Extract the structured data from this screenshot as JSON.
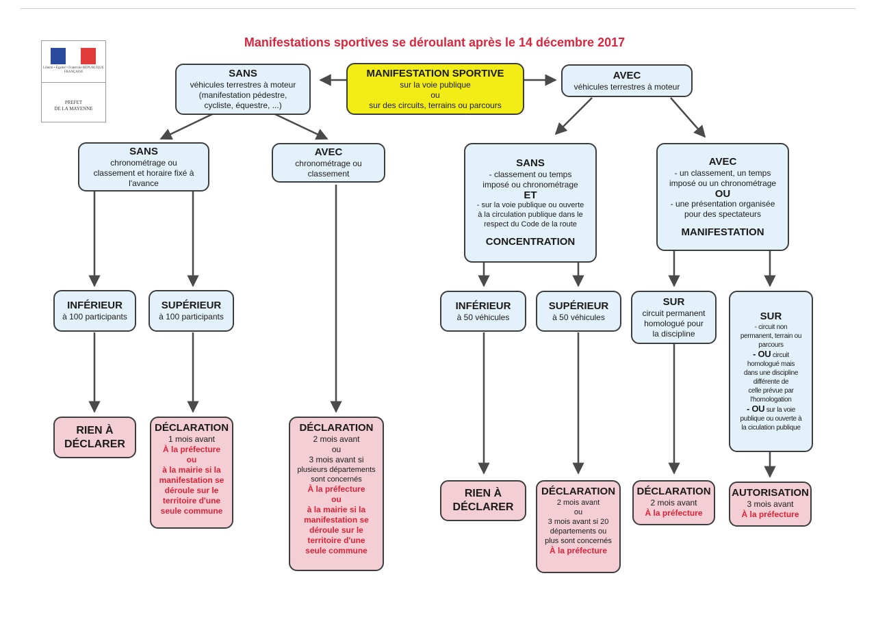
{
  "title": "Manifestations sportives se déroulant après le 14 décembre 2017",
  "logo": {
    "motto": "Liberté • Égalité • Fraternité RÉPUBLIQUE FRANÇAISE",
    "prefecture_line1": "PREFET",
    "prefecture_line2": "DE LA MAYENNE"
  },
  "root": {
    "heading": "MANIFESTATION SPORTIVE",
    "line1": "sur la voie publique",
    "line2": "ou",
    "line3": "sur des circuits, terrains ou parcours"
  },
  "sans_moteur": {
    "heading": "SANS",
    "line1": "véhicules terrestres à moteur",
    "line2": "(manifestation pédestre,",
    "line3": "cycliste, équestre, ...)"
  },
  "avec_moteur": {
    "heading": "AVEC",
    "line1": "véhicules terrestres à moteur"
  },
  "sans_chrono": {
    "heading": "SANS",
    "line1": "chronométrage ou",
    "line2": "classement et horaire fixé à",
    "line3": "l'avance"
  },
  "avec_chrono": {
    "heading": "AVEC",
    "line1": "chronométrage ou",
    "line2": "classement"
  },
  "concentration": {
    "heading": "SANS",
    "line1": "- classement ou temps",
    "line2": "imposé ou chronométrage",
    "et": "ET",
    "line3": "- sur la voie publique ou ouverte",
    "line4": "à la circulation publique dans le",
    "line5": "respect du Code de la route",
    "footer": "CONCENTRATION"
  },
  "manifestation": {
    "heading": "AVEC",
    "line1": "- un classement, un temps",
    "line2": "imposé ou un chronométrage",
    "ou": "OU",
    "line3": "- une présentation organisée",
    "line4": "pour des spectateurs",
    "footer": "MANIFESTATION"
  },
  "inf_100": {
    "heading": "INFÉRIEUR",
    "line1": "à 100 participants"
  },
  "sup_100": {
    "heading": "SUPÉRIEUR",
    "line1": "à 100 participants"
  },
  "inf_50": {
    "heading": "INFÉRIEUR",
    "line1": "à 50 véhicules"
  },
  "sup_50": {
    "heading": "SUPÉRIEUR",
    "line1": "à 50 véhicules"
  },
  "sur_permanent": {
    "heading": "SUR",
    "line1": "circuit permanent",
    "line2": "homologué pour",
    "line3": "la discipline"
  },
  "sur_non_permanent": {
    "heading": "SUR",
    "line1": "- circuit non",
    "line2": "permanent, terrain ou",
    "line3": "parcours",
    "ou1": "- OU",
    "line4": "circuit",
    "line5": "homologué mais",
    "line6": "dans une discipline",
    "line7": "différente de",
    "line8": "celle prévue par",
    "line9": "l'homologation",
    "ou2": "- OU",
    "line10": "sur la voie",
    "line11": "publique ou ouverte à",
    "line12": "la ciculation publique"
  },
  "rien_1": {
    "line1": "RIEN À",
    "line2": "DÉCLARER"
  },
  "decl_1": {
    "heading": "DÉCLARATION",
    "line1": "1 mois avant",
    "r1": "À la préfecture",
    "r2": "ou",
    "r3": "à la mairie si la",
    "r4": "manifestation se",
    "r5": "déroule sur le",
    "r6": "territoire d'une",
    "r7": "seule commune"
  },
  "decl_2": {
    "heading": "DÉCLARATION",
    "line1": "2 mois avant",
    "line2": "ou",
    "line3": "3 mois avant si",
    "line4": "plusieurs départements",
    "line5": "sont concernés",
    "r1": "À la préfecture",
    "r2": "ou",
    "r3": "à la mairie si la",
    "r4": "manifestation se",
    "r5": "déroule sur le",
    "r6": "territoire d'une",
    "r7": "seule commune"
  },
  "rien_2": {
    "line1": "RIEN À",
    "line2": "DÉCLARER"
  },
  "decl_3": {
    "heading": "DÉCLARATION",
    "line1": "2 mois avant",
    "line2": "ou",
    "line3": "3 mois avant si 20",
    "line4": "départements ou",
    "line5": "plus sont concernés",
    "r1": "À la préfecture"
  },
  "decl_4": {
    "heading": "DÉCLARATION",
    "line1": "2 mois avant",
    "r1": "À la préfecture"
  },
  "autorisation": {
    "heading": "AUTORISATION",
    "line1": "3 mois avant",
    "r1": "À la préfecture"
  },
  "colors": {
    "box_fill": "#e3f2fa",
    "root_fill": "#f2ec17",
    "result_fill": "#f3cfd5",
    "title_red": "#d8263f",
    "accent_red": "#e02238",
    "arrow": "#4a4a4a"
  }
}
